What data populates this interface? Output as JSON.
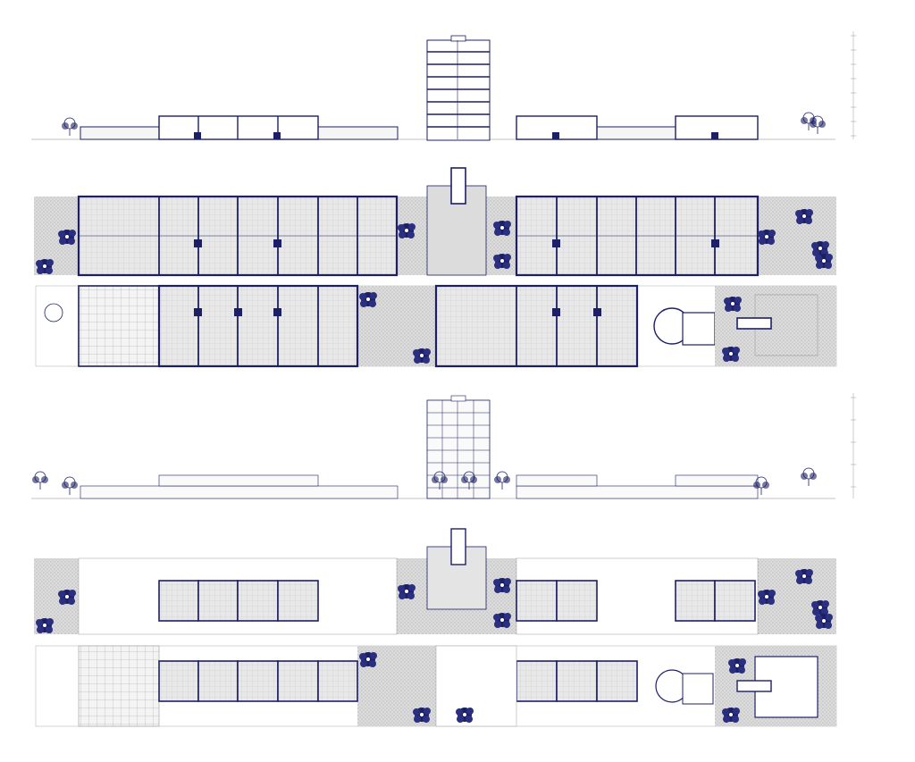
{
  "palette": {
    "ink": "#1c1f66",
    "hatch": "#d6d6d6",
    "light_fill": "#ececec",
    "tree": "#1c1f66",
    "paper": "#ffffff"
  },
  "sheet": {
    "sections": [
      {
        "id": "elevation-upper",
        "kind": "elevation",
        "tower": "section-tower"
      },
      {
        "id": "plan-ground-upper",
        "kind": "plan"
      },
      {
        "id": "plan-ground-lower",
        "kind": "plan"
      },
      {
        "id": "elevation-lower",
        "kind": "elevation",
        "tower": "glazed-tower"
      },
      {
        "id": "plan-first-upper",
        "kind": "plan"
      },
      {
        "id": "plan-first-lower",
        "kind": "plan"
      }
    ]
  }
}
